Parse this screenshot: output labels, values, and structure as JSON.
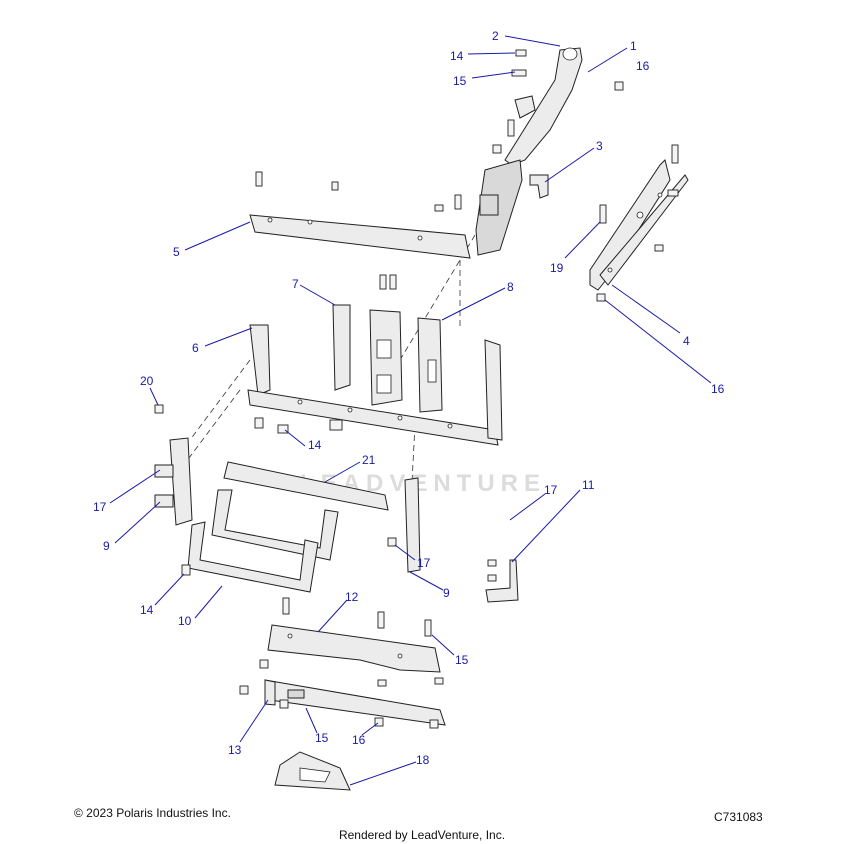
{
  "callouts": [
    {
      "label": "1"
    },
    {
      "label": "2"
    },
    {
      "label": "14"
    },
    {
      "label": "15"
    },
    {
      "label": "16"
    },
    {
      "label": "3"
    },
    {
      "label": "5"
    },
    {
      "label": "19"
    },
    {
      "label": "7"
    },
    {
      "label": "8"
    },
    {
      "label": "6"
    },
    {
      "label": "4"
    },
    {
      "label": "20"
    },
    {
      "label": "16"
    },
    {
      "label": "14"
    },
    {
      "label": "21"
    },
    {
      "label": "17"
    },
    {
      "label": "17"
    },
    {
      "label": "11"
    },
    {
      "label": "9"
    },
    {
      "label": "17"
    },
    {
      "label": "9"
    },
    {
      "label": "14"
    },
    {
      "label": "10"
    },
    {
      "label": "12"
    },
    {
      "label": "15"
    },
    {
      "label": "13"
    },
    {
      "label": "15"
    },
    {
      "label": "16"
    },
    {
      "label": "18"
    }
  ],
  "watermark": "LEADVENTURE",
  "footer": {
    "copyright": "© 2023 Polaris Industries Inc.",
    "figure_id": "C731083",
    "rendered_by": "Rendered by LeadVenture, Inc."
  }
}
